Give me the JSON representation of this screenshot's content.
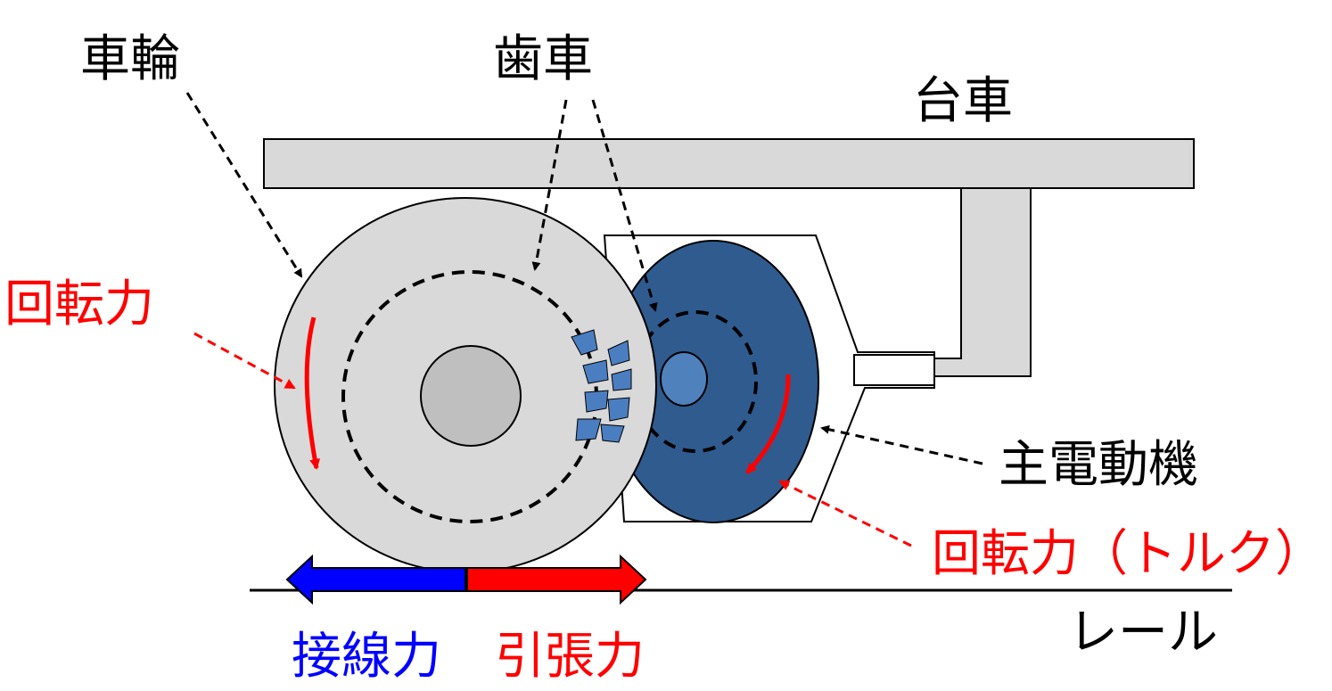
{
  "labels": {
    "wheel": "車輪",
    "gear": "歯車",
    "bogie": "台車",
    "rotational_force_wheel": "回転力",
    "traction_motor": "主電動機",
    "rotational_force_motor": "回転力（トルク）",
    "rail": "レール",
    "tangential_force": "接線力",
    "tractive_force": "引張力"
  },
  "colors": {
    "frame": "#d9d9d9",
    "wheel": "#d9d9d9",
    "hub": "#bfbfbf",
    "motor": "#2f5b8f",
    "motor_hub": "#4f81bd",
    "gear_teeth": "#4a7ec0",
    "rotation": "#ff0000",
    "tangential_arrow": "#0000ff",
    "tractive_arrow": "#ff0000",
    "leader": "#000000"
  },
  "icons": [
    "rotation-arrow-icon",
    "double-arrow-icon"
  ]
}
